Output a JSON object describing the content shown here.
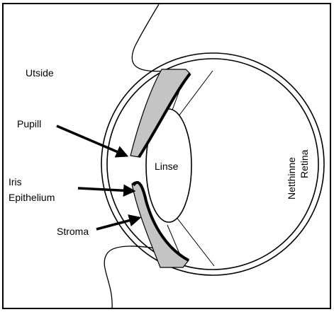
{
  "diagram": {
    "labels": {
      "outside": "Utside",
      "pupil": "Pupill",
      "iris_line1": "Iris",
      "iris_line2": "Epithelium",
      "stroma": "Stroma",
      "lens": "Linse",
      "retina_line1": "Netthinne",
      "retina_line2": "Retina"
    },
    "colors": {
      "stroke": "#000000",
      "iris_fill": "#c4c4c4",
      "background": "#ffffff"
    }
  }
}
